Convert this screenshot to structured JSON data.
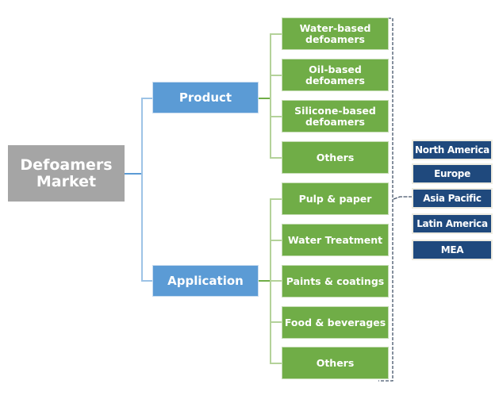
{
  "root": {
    "label_line1": "Defoamers",
    "label_line2": "Market"
  },
  "categories": [
    {
      "label": "Product",
      "items": [
        {
          "line1": "Water-based",
          "line2": "defoamers"
        },
        {
          "line1": "Oil-based",
          "line2": "defoamers"
        },
        {
          "line1": "Silicone-based",
          "line2": "defoamers"
        },
        {
          "line1": "Others",
          "line2": ""
        }
      ]
    },
    {
      "label": "Application",
      "items": [
        {
          "line1": "Pulp & paper",
          "line2": ""
        },
        {
          "line1": "Water Treatment",
          "line2": ""
        },
        {
          "line1": "Paints & coatings",
          "line2": ""
        },
        {
          "line1": "Food & beverages",
          "line2": ""
        },
        {
          "line1": "Others",
          "line2": ""
        }
      ]
    }
  ],
  "regions": [
    "North America",
    "Europe",
    "Asia Pacific",
    "Latin America",
    "MEA"
  ],
  "colors": {
    "root": "#a5a5a5",
    "category": "#5b9bd5",
    "leaf": "#70ad47",
    "region": "#1f497d",
    "bracket": "#44546a"
  }
}
